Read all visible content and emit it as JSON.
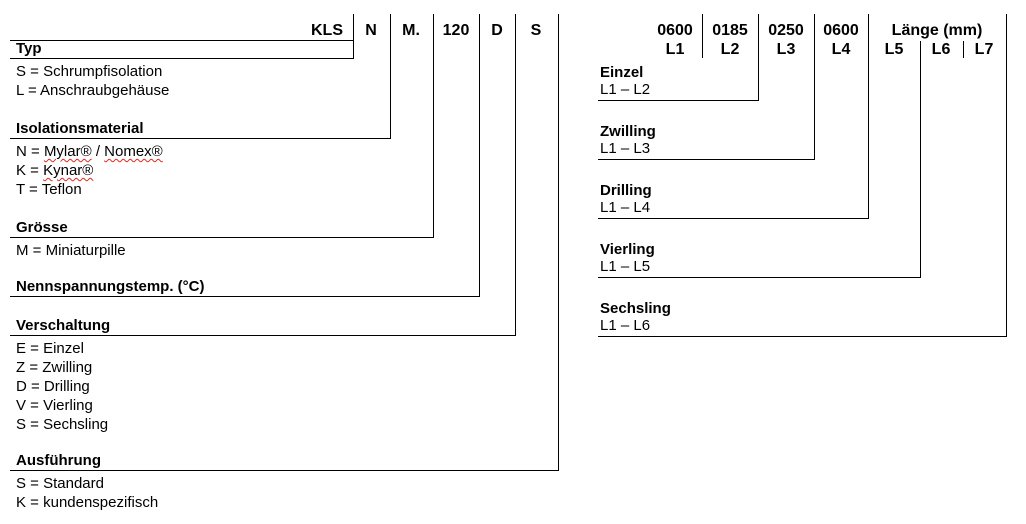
{
  "code_header": {
    "segments": [
      "KLS",
      "N",
      "M.",
      "120",
      "D",
      "S"
    ],
    "length_values": [
      "0600",
      "0185",
      "0250",
      "0600"
    ],
    "length_label": "Länge (mm)",
    "length_positions": [
      "L1",
      "L2",
      "L3",
      "L4",
      "L5",
      "L6",
      "L7"
    ]
  },
  "left_sections": [
    {
      "title": "Typ",
      "items": [
        "S = Schrumpfisolation",
        "L = Anschraubgehäuse"
      ]
    },
    {
      "title": "Isolationsmaterial",
      "items": [
        {
          "pre": "N = ",
          "w1": "Mylar®",
          "mid": " / ",
          "w2": "Nomex®"
        },
        {
          "pre": "K = ",
          "w1": "Kynar®"
        },
        "T = Teflon"
      ]
    },
    {
      "title": "Grösse",
      "items": [
        "M = Miniaturpille"
      ]
    },
    {
      "title": "Nennspannungstemp. (°C)",
      "items": []
    },
    {
      "title": "Verschaltung",
      "items": [
        "E = Einzel",
        "Z = Zwilling",
        "D = Drilling",
        "V = Vierling",
        "S = Sechsling"
      ]
    },
    {
      "title": "Ausführung",
      "items": [
        "S = Standard",
        "K = kundenspezifisch"
      ]
    }
  ],
  "right_sections": [
    {
      "title": "Einzel",
      "range": "L1 – L2"
    },
    {
      "title": "Zwilling",
      "range": "L1 – L3"
    },
    {
      "title": "Drilling",
      "range": "L1 – L4"
    },
    {
      "title": "Vierling",
      "range": "L1 – L5"
    },
    {
      "title": "Sechsling",
      "range": "L1 – L6"
    }
  ],
  "colors": {
    "background": "#ffffff",
    "text": "#000000",
    "line": "#000000",
    "spellcheck_underline": "#e2261f"
  }
}
